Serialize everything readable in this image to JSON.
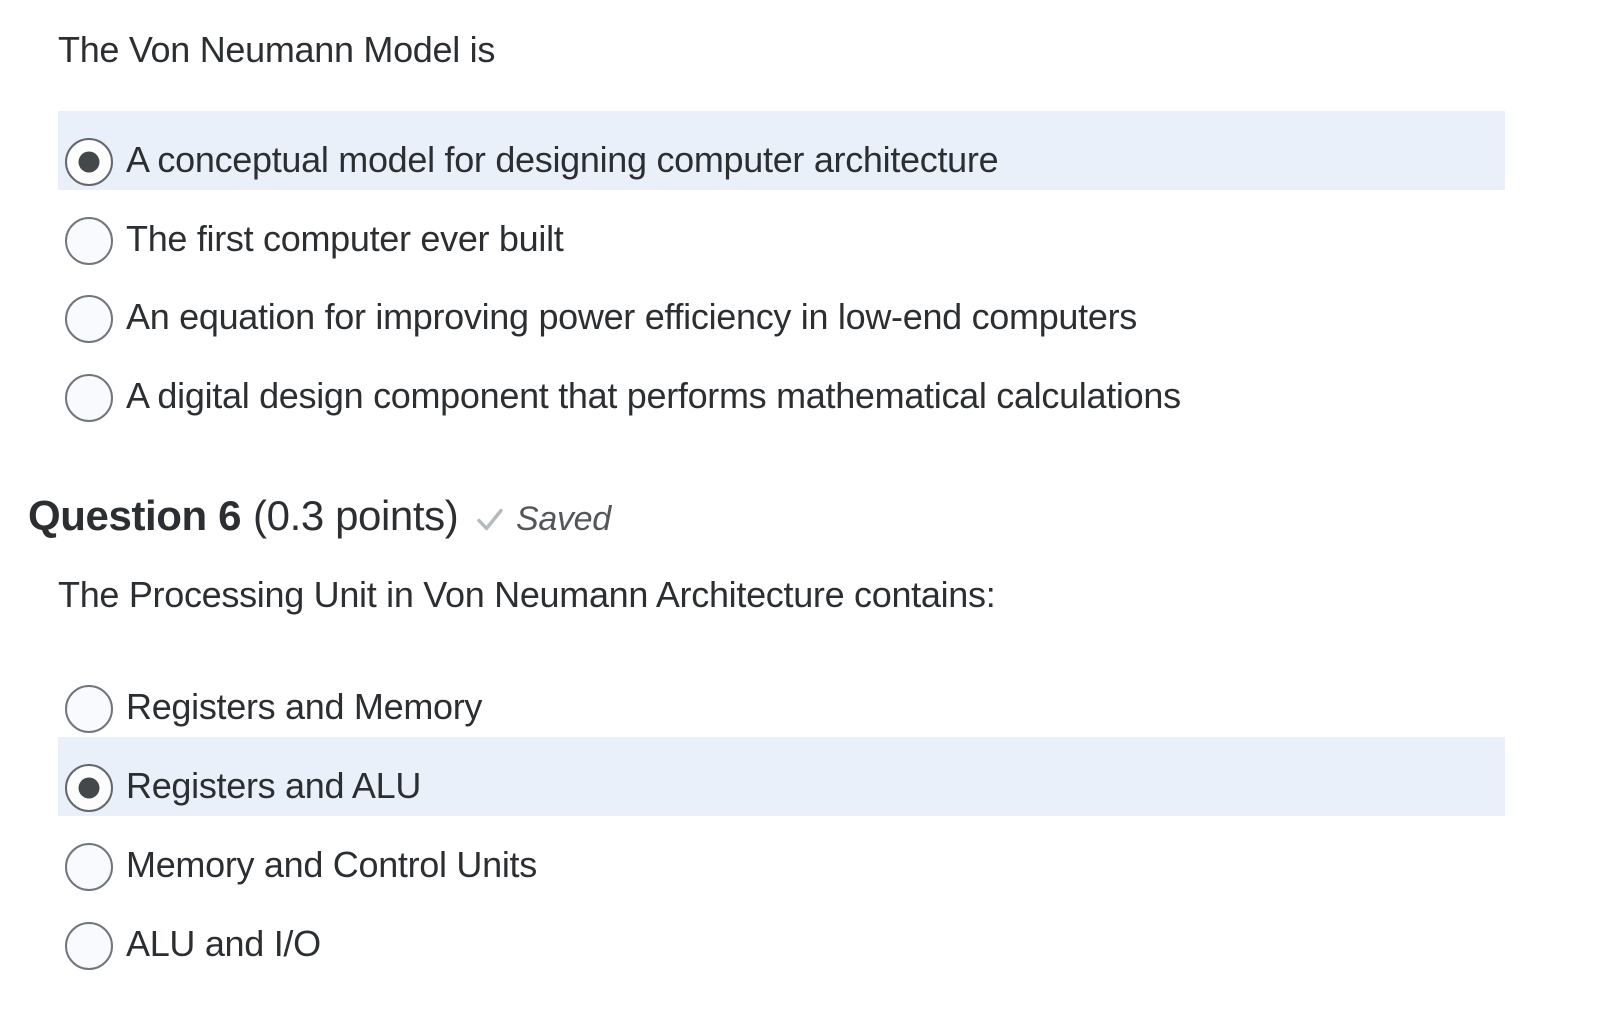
{
  "colors": {
    "page-bg": "#ffffff",
    "text": "#2c2f32",
    "highlight": "#e9f0f9",
    "radio-border": "#70767b",
    "radio-fill": "#f9fafd",
    "radio-checked-fill": "#fdfdfe",
    "radio-dot": "#45484b",
    "check-icon": "#b3b9bf",
    "saved-text": "#54575a"
  },
  "question_previous": {
    "prompt": "The Von Neumann Model is",
    "options": [
      {
        "label": "A conceptual model for designing computer architecture",
        "selected": true
      },
      {
        "label": "The first computer ever built",
        "selected": false
      },
      {
        "label": "An equation for improving power efficiency in low-end computers",
        "selected": false
      },
      {
        "label": "A digital design component that performs mathematical calculations",
        "selected": false
      }
    ]
  },
  "question6": {
    "title": "Question 6",
    "points": "(0.3 points)",
    "status": {
      "icon": "checkmark-icon",
      "label": "Saved"
    },
    "prompt": "The Processing Unit in Von Neumann Architecture contains:",
    "options": [
      {
        "label": "Registers and Memory",
        "selected": false
      },
      {
        "label": "Registers and ALU",
        "selected": true
      },
      {
        "label": "Memory and Control Units",
        "selected": false
      },
      {
        "label": "ALU and I/O",
        "selected": false
      }
    ]
  }
}
